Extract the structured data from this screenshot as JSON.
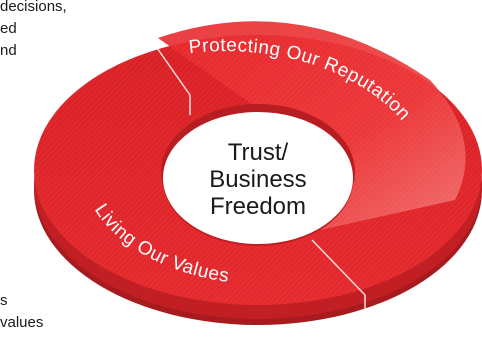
{
  "side_text_left_top": [
    "decisions,",
    "ed",
    "nd"
  ],
  "side_text_left_bottom": [
    "s",
    "values"
  ],
  "ring": {
    "top_arc_label": "Protecting Our Reputation",
    "bottom_arc_label": "Living Our Values",
    "center_lines": [
      "Trust/",
      "Business",
      "Freedom"
    ],
    "colors": {
      "main_red": "#e0242a",
      "light_red": "#ee3a3c",
      "dark_red": "#a81c1e",
      "rim_red": "#c41f24"
    }
  }
}
